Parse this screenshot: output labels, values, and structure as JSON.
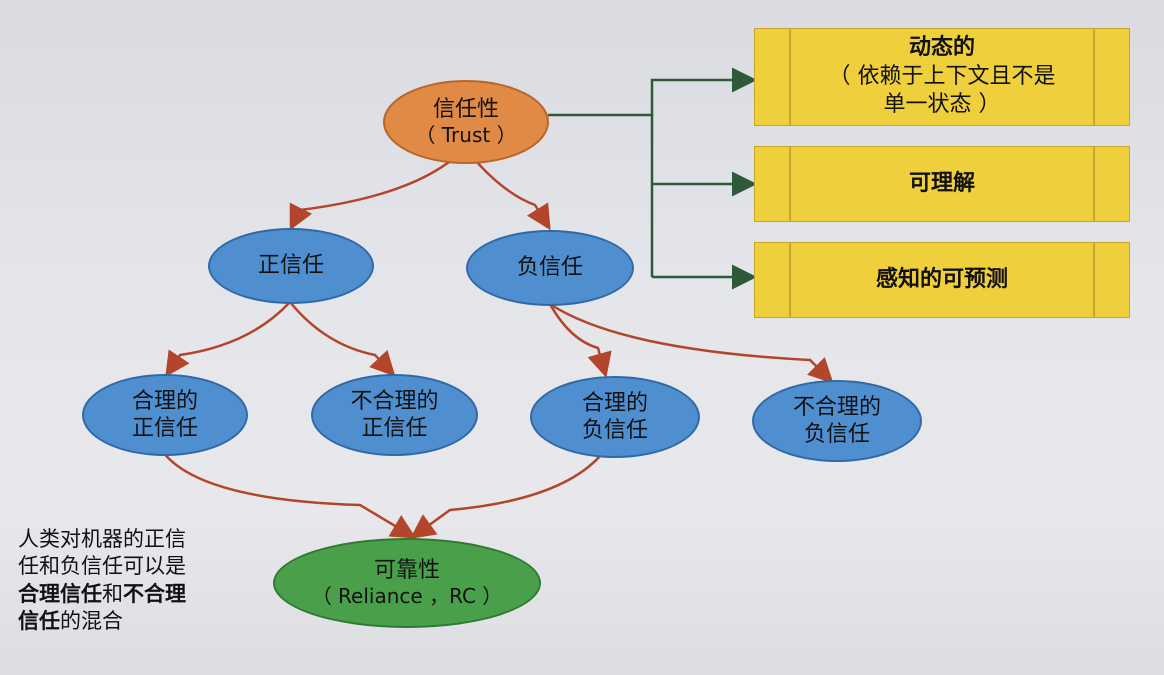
{
  "nodes": {
    "trust": {
      "label": "信任性",
      "sub": "（ Trust ）"
    },
    "positive": {
      "label": "正信任"
    },
    "negative": {
      "label": "负信任"
    },
    "reasonable_pos": {
      "line1": "合理的",
      "line2": "正信任"
    },
    "unreasonable_pos": {
      "line1": "不合理的",
      "line2": "正信任"
    },
    "reasonable_neg": {
      "line1": "合理的",
      "line2": "负信任"
    },
    "unreasonable_neg": {
      "line1": "不合理的",
      "line2": "负信任"
    },
    "reliance": {
      "label": "可靠性",
      "sub": "（ Reliance ，RC ）"
    }
  },
  "properties": [
    {
      "title": "动态的",
      "line2": "（ 依赖于上下文且不是",
      "line3": "单一状态 ）"
    },
    {
      "title": "可理解"
    },
    {
      "title": "感知的可预测"
    }
  ],
  "note": {
    "line1": "人类对机器的正信",
    "line2": "任和负信任可以是",
    "bold1": "合理信任",
    "mid": "和",
    "bold2": "不合理",
    "bold3": "信任",
    "tail": "的混合"
  },
  "colors": {
    "arrow_red": "#b2452a",
    "arrow_green": "#2f5a3a",
    "blue": "#4f8fd0",
    "orange": "#e08a45",
    "green": "#4aa04a",
    "yellow": "#f0cf3c"
  }
}
